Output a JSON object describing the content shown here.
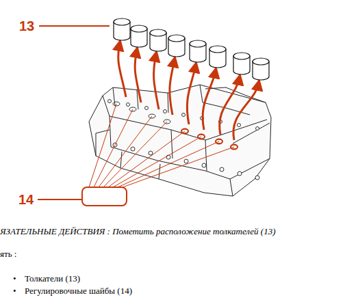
{
  "diagram": {
    "labels": [
      "13",
      "14",
      "ЯЗАТЕЛЬНЫЕ ДЕЙСТВИЯ : Пометить расположение толкателей (13)",
      "ять :",
      "Толкатели (13)",
      "Регулировочные шайбы (14)"
    ]
  }
}
